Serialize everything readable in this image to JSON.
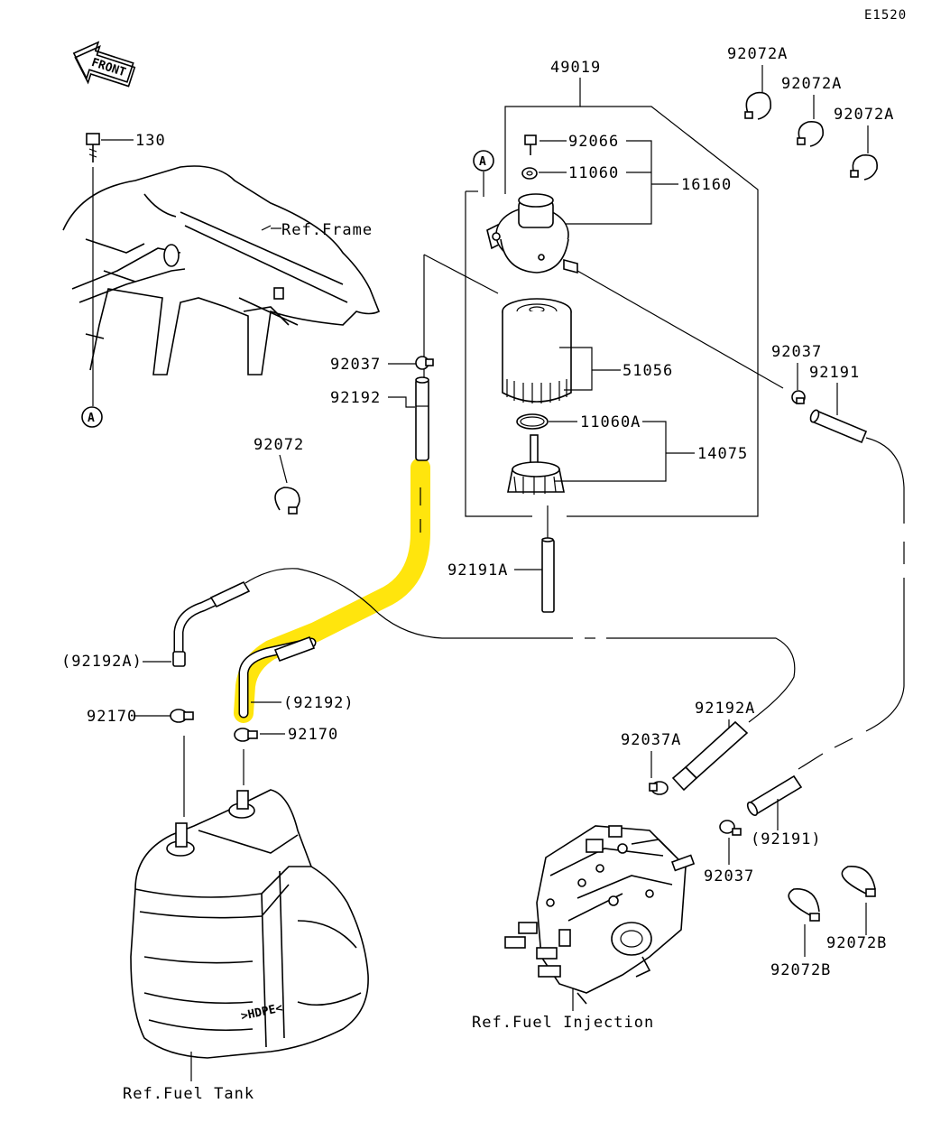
{
  "diagram_code": "E1520",
  "front_label": "FRONT",
  "ref_frame": "Ref.Frame",
  "ref_fuel_tank": "Ref.Fuel Tank",
  "ref_fuel_injection": "Ref.Fuel Injection",
  "callout_a": "A",
  "highlight_color": "#ffe400",
  "parts": {
    "p130": "130",
    "p49019": "49019",
    "p92072a_1": "92072A",
    "p92072a_2": "92072A",
    "p92072a_3": "92072A",
    "p92066": "92066",
    "p11060": "11060",
    "p16160": "16160",
    "p51056": "51056",
    "p11060a": "11060A",
    "p14075": "14075",
    "p92037_top": "92037",
    "p92192_top": "92192",
    "p92037_right": "92037",
    "p92191": "92191",
    "p92072": "92072",
    "p92191a": "92191A",
    "p92192a_paren": "(92192A)",
    "p92170_left": "92170",
    "p92192_paren": "(92192)",
    "p92170_right": "92170",
    "p92192a": "92192A",
    "p92037a": "92037A",
    "p92191_paren": "(92191)",
    "p92037_bottom": "92037",
    "p92072b_right": "92072B",
    "p92072b_left": "92072B"
  }
}
